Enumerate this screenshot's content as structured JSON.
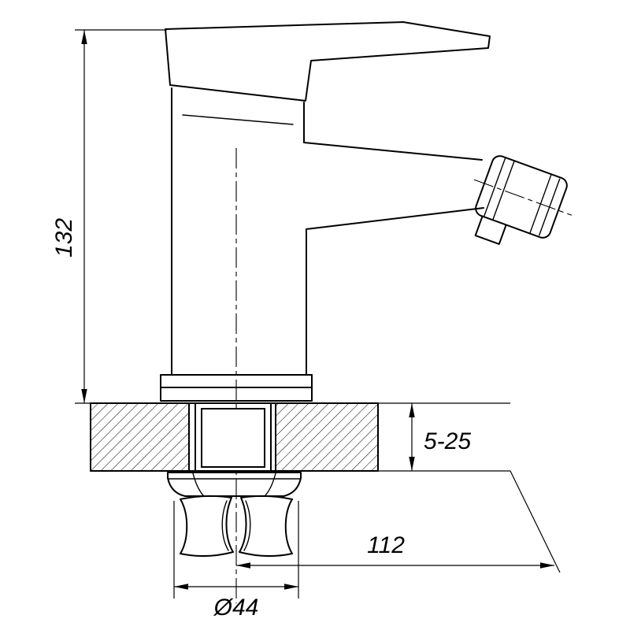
{
  "drawing": {
    "background": "#ffffff",
    "line_color": "#000000",
    "dimensions": {
      "overall_height": "132",
      "mounting_thickness": "5-25",
      "spout_reach": "112",
      "base_diameter": "Ø44"
    }
  }
}
